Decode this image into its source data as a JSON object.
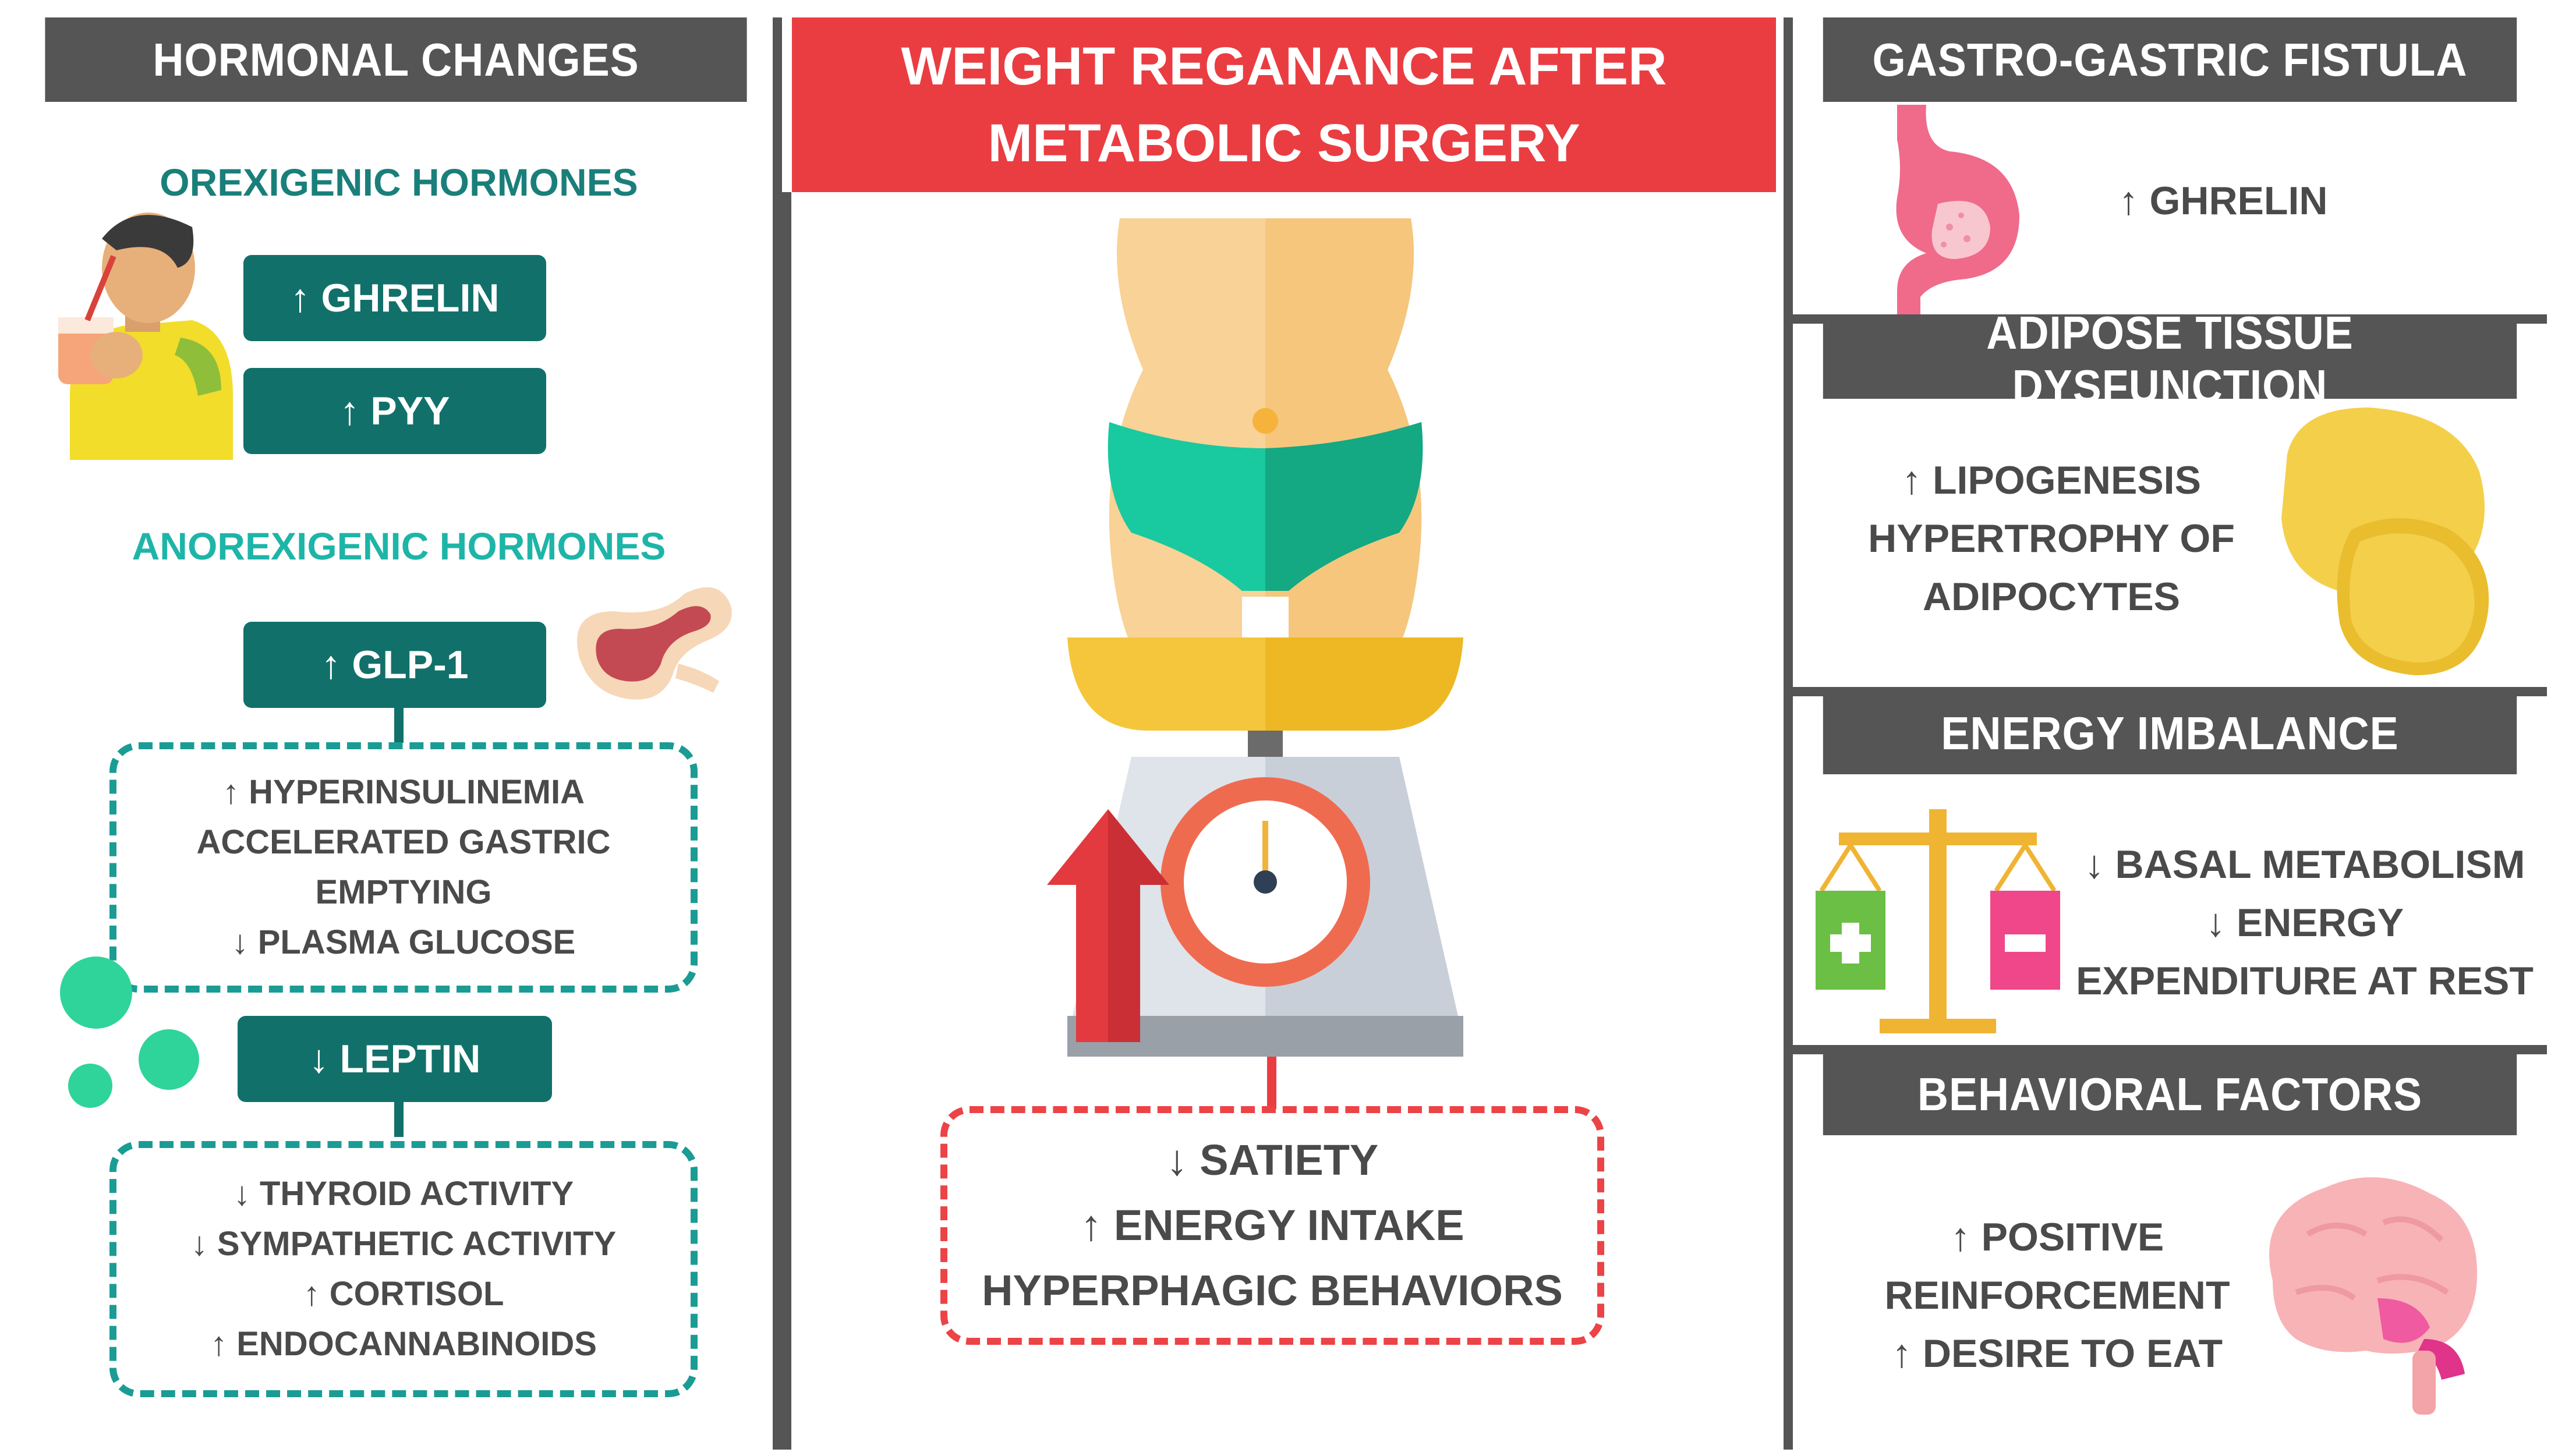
{
  "left": {
    "header": "HORMONAL CHANGES",
    "orexigenic_title": "OREXIGENIC HORMONES",
    "orexigenic_items": [
      "↑ GHRELIN",
      "↑ PYY"
    ],
    "anorexigenic_title": "ANOREXIGENIC HORMONES",
    "glp1": "↑ GLP-1",
    "glp1_effects": [
      "↑ HYPERINSULINEMIA",
      "ACCELERATED  GASTRIC",
      "EMPTYING",
      "↓ PLASMA GLUCOSE"
    ],
    "leptin": "↓ LEPTIN",
    "leptin_effects": [
      "↓ THYROID ACTIVITY",
      "↓ SYMPATHETIC  ACTIVITY",
      "↑ CORTISOL",
      "↑ ENDOCANNABINOIDS"
    ]
  },
  "center": {
    "title_line1": "WEIGHT REGANANCE AFTER",
    "title_line2": "METABOLIC SURGERY",
    "effects": [
      "↓ SATIETY",
      "↑ ENERGY INTAKE",
      "HYPERPHAGIC BEHAVIORS"
    ]
  },
  "right": {
    "fistula_header": "GASTRO-GASTRIC FISTULA",
    "fistula_text": "↑ GHRELIN",
    "adipose_header": "ADIPOSE TISSUE DYSFUNCTION",
    "adipose_text": [
      "↑ LIPOGENESIS",
      "HYPERTROPHY OF",
      "ADIPOCYTES"
    ],
    "energy_header": "ENERGY IMBALANCE",
    "energy_text": [
      "↓ BASAL METABOLISM",
      "↓ ENERGY",
      "EXPENDITURE AT REST"
    ],
    "behavior_header": "BEHAVIORAL FACTORS",
    "behavior_text": [
      "↑ POSITIVE",
      "REINFORCEMENT",
      "↑ DESIRE TO EAT"
    ]
  },
  "colors": {
    "header_gray": "#555555",
    "teal_dark": "#12706a",
    "teal_light": "#1eb5a8",
    "red_accent": "#ea3d42",
    "text_gray": "#4a4a4a"
  },
  "icons": [
    "drinking-person-icon",
    "pancreas-icon",
    "green-dots-icon",
    "body-on-scale-icon",
    "up-arrow-icon",
    "stomach-icon",
    "fat-cell-icon",
    "balance-scale-icon",
    "brain-icon"
  ]
}
